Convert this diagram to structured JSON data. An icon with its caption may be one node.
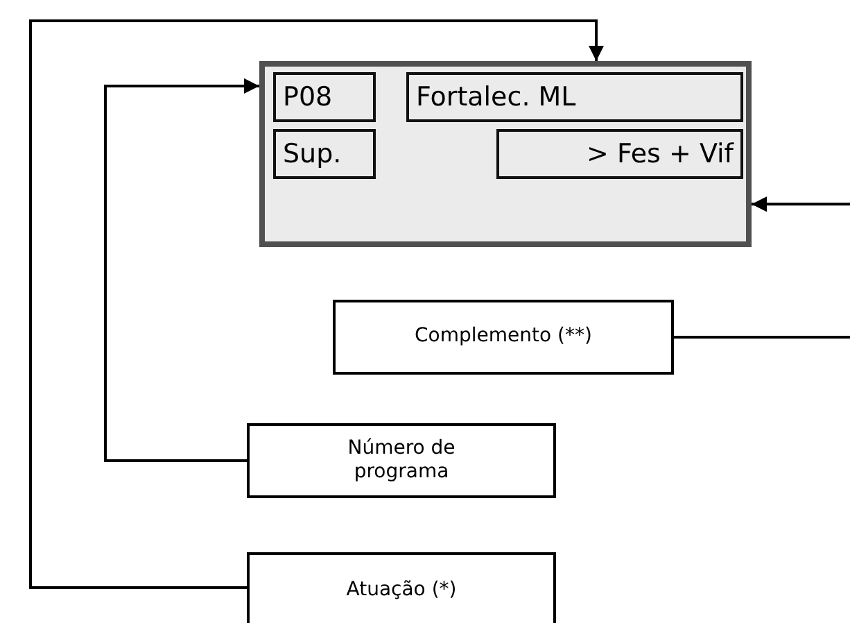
{
  "diagram": {
    "nodes": [
      {
        "text": [],
        "shape": "box"
      },
      {
        "text": [
          "P08"
        ],
        "in": 0
      },
      {
        "text": [
          "Fortalec. ML"
        ],
        "in": 0
      },
      {
        "text": [
          "Sup."
        ],
        "in": 0
      },
      {
        "text": [
          "> Fes + Vif"
        ],
        "in": 0
      },
      {
        "text": [
          "Complemento (**)"
        ]
      },
      {
        "text": [
          "Número de programa"
        ]
      },
      {
        "text": [
          "Atuação (*)"
        ]
      }
    ],
    "edges": [
      {
        "from": 7,
        "to": 0,
        "arrow": "to"
      },
      {
        "from": 6,
        "to": 0,
        "arrow": "to"
      },
      {
        "from": null,
        "to": 0,
        "arrow": "to"
      },
      {
        "from": 5,
        "to": null,
        "arrow": "none"
      }
    ]
  }
}
